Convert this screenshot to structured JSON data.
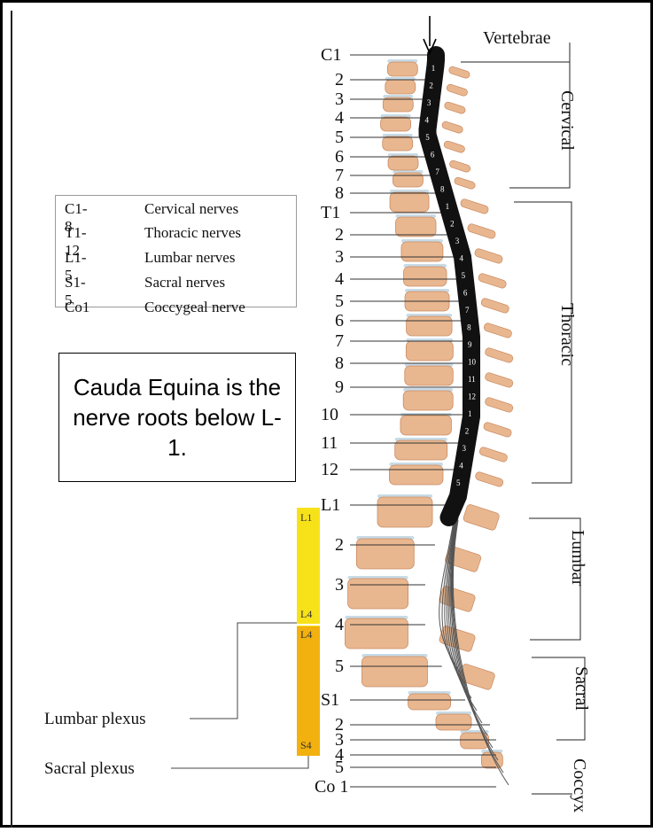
{
  "legend": [
    {
      "code": "C1-8",
      "desc": "Cervical nerves"
    },
    {
      "code": "T1-12",
      "desc": "Thoracic nerves"
    },
    {
      "code": "L1-5",
      "desc": "Lumbar nerves"
    },
    {
      "code": "S1-5",
      "desc": "Sacral nerves"
    },
    {
      "code": "Co1",
      "desc": "Coccygeal nerve"
    }
  ],
  "note": "Cauda Equina is the nerve roots below L-1.",
  "labels": {
    "vertebrae": "Vertebrae",
    "cervical": "Cervical",
    "thoracic": "Thoracic",
    "lumbar": "Lumbar",
    "sacral": "Sacral",
    "coccyx": "Coccyx",
    "lumbar_plexus": "Lumbar plexus",
    "sacral_plexus": "Sacral plexus"
  },
  "plexus_bar": {
    "l1": "L1",
    "l4_top": "L4",
    "l4_bottom": "L4",
    "s4": "S4"
  },
  "nerve_labels": {
    "cervical": [
      "C1",
      "2",
      "3",
      "4",
      "5",
      "6",
      "7",
      "8"
    ],
    "thoracic": [
      "T1",
      "2",
      "3",
      "4",
      "5",
      "6",
      "7",
      "8",
      "9",
      "10",
      "11",
      "12"
    ],
    "lumbar": [
      "L1",
      "2",
      "3",
      "4",
      "5"
    ],
    "sacral": [
      "S1",
      "2",
      "3",
      "4",
      "5"
    ],
    "coccygeal": [
      "Co 1"
    ]
  },
  "cord_segments": {
    "cervical": [
      "1",
      "2",
      "3",
      "4",
      "5",
      "6",
      "7",
      "8"
    ],
    "thoracic": [
      "1",
      "2",
      "3",
      "4",
      "5",
      "6",
      "7",
      "8",
      "9",
      "10",
      "11",
      "12"
    ],
    "lumbar": [
      "1",
      "2",
      "3",
      "4",
      "5"
    ]
  },
  "colors": {
    "bone": "#e9b78f",
    "bone_dark": "#c98a62",
    "disc": "#c8dbe6",
    "cord": "#111111",
    "plexus_lumbar": "#f7e21a",
    "plexus_sacral": "#f2b10f"
  }
}
